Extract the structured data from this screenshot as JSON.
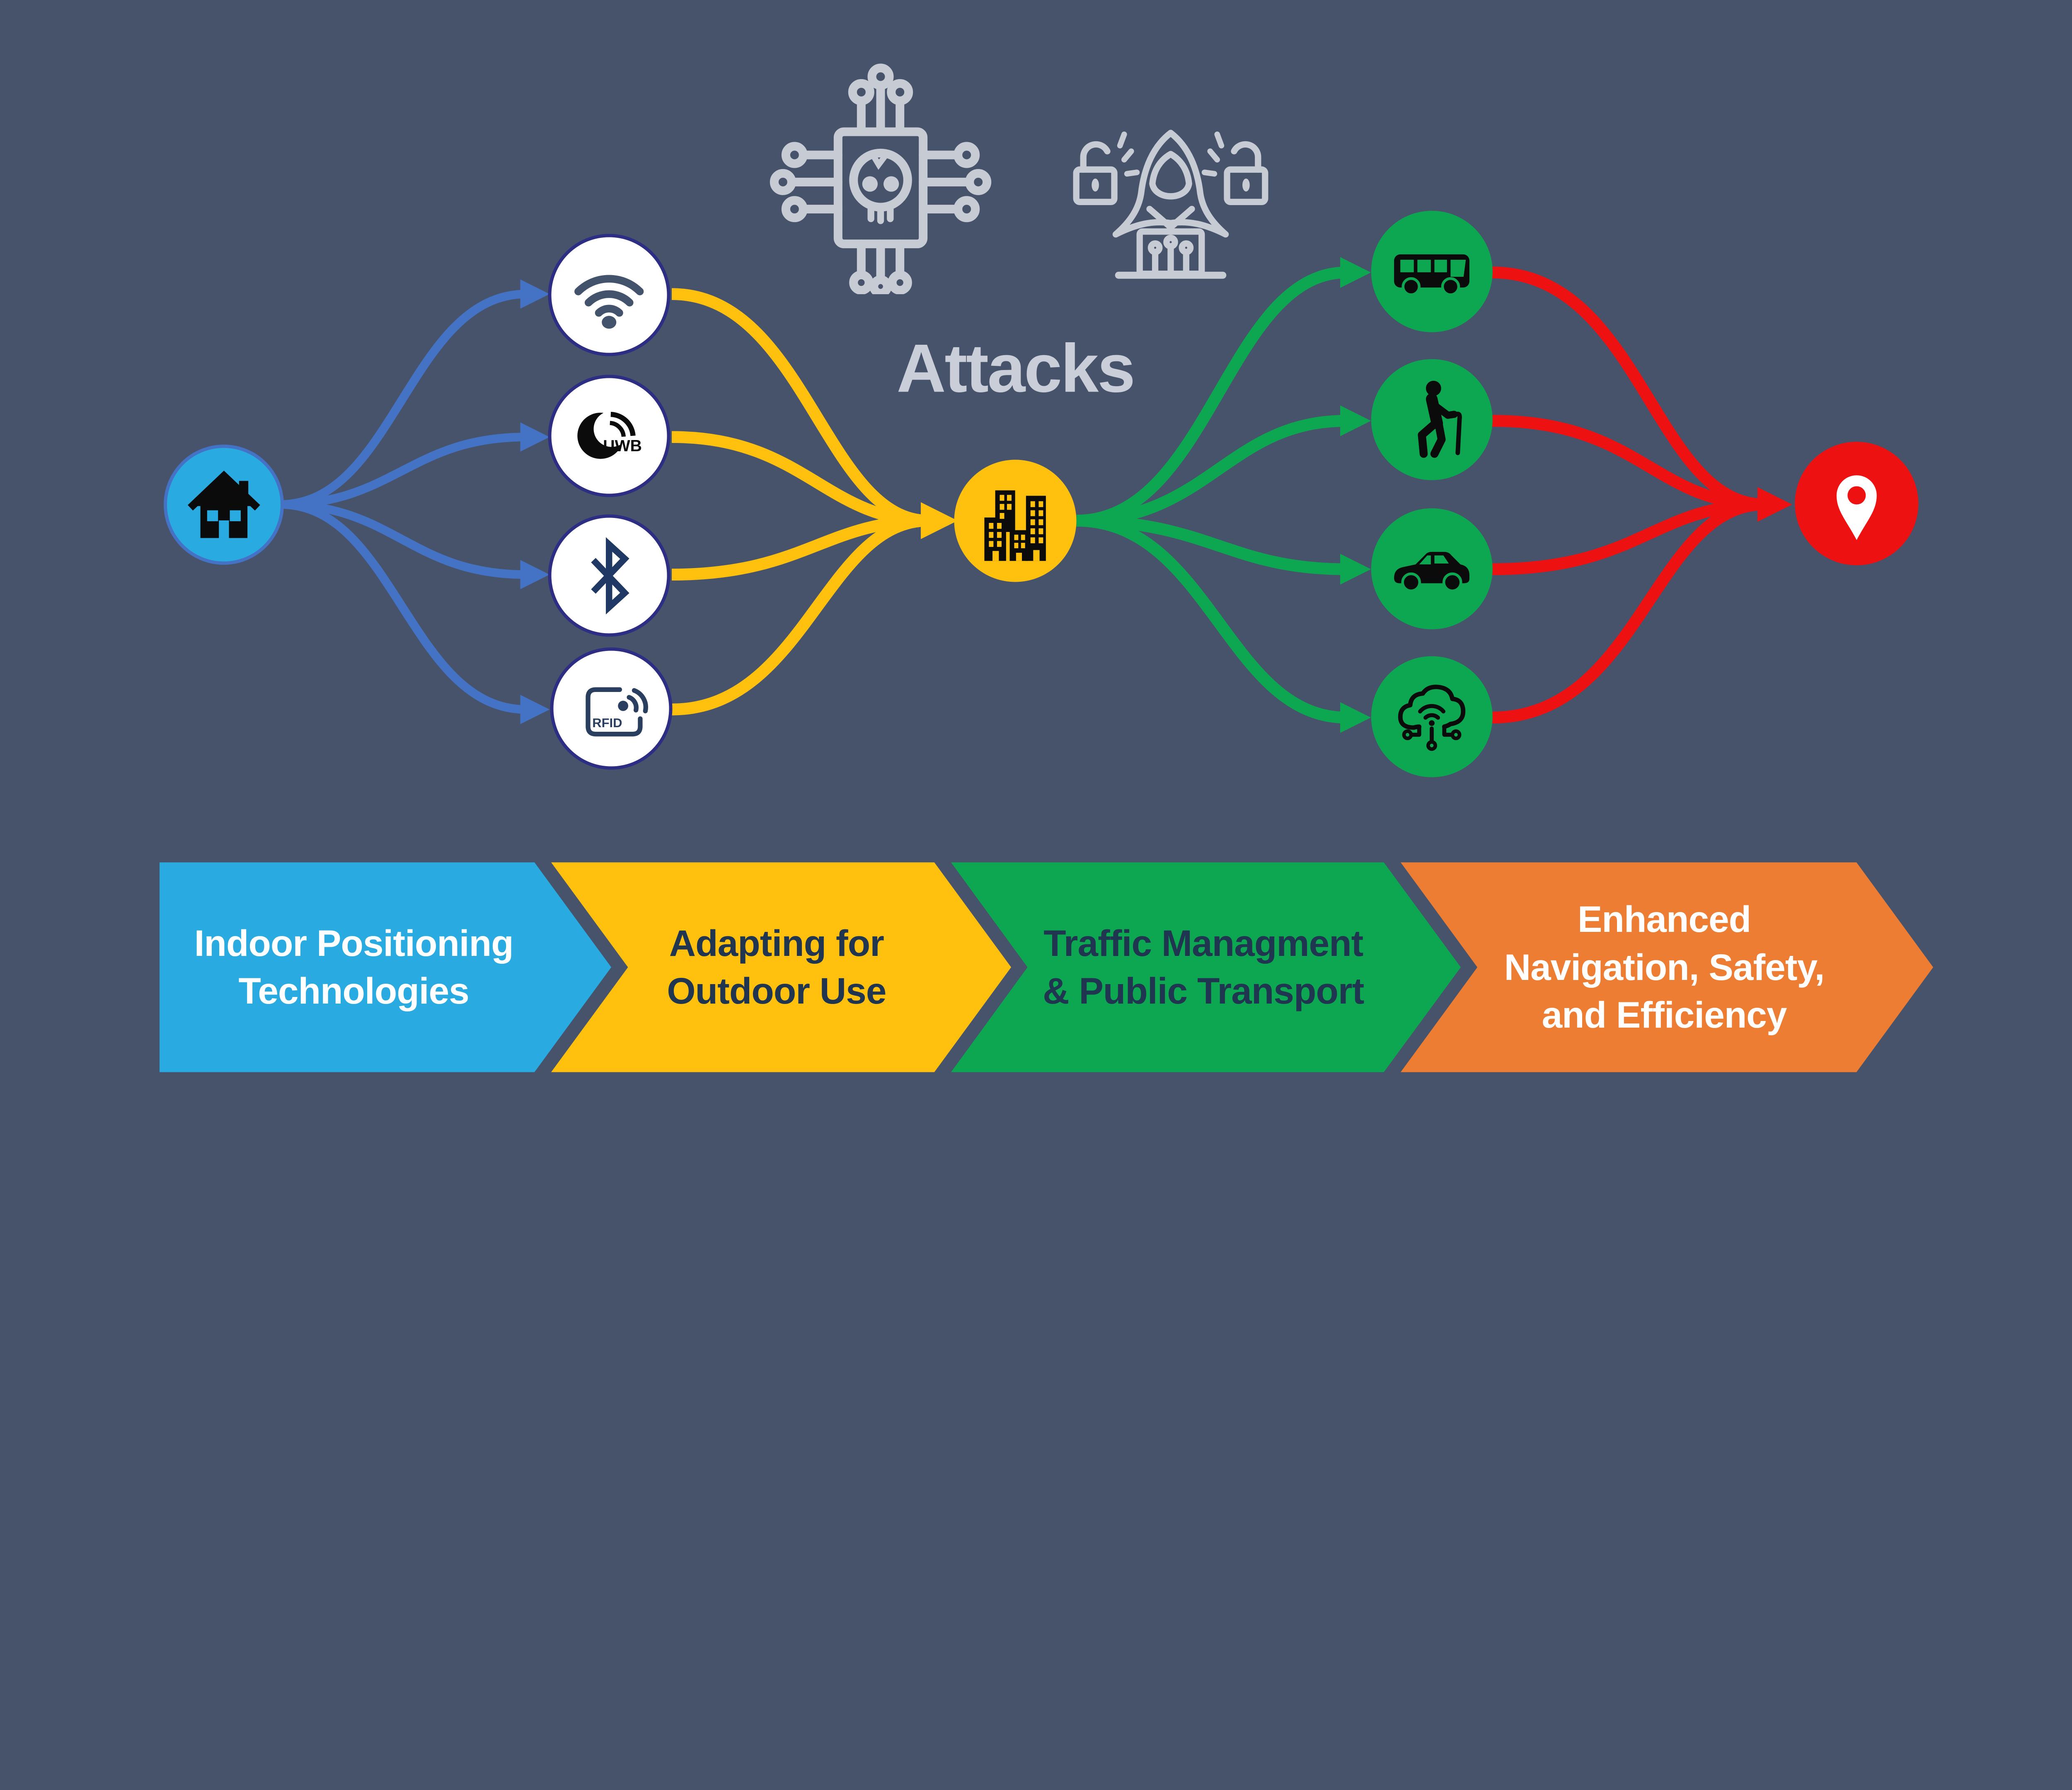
{
  "colors": {
    "background": "#46536B",
    "blue_node": "#29ABE2",
    "blue_node_border": "#4472C4",
    "blue_arrow": "#4472C4",
    "white_node": "#FFFFFF",
    "white_node_border": "#2D2E83",
    "yellow": "#FFC10E",
    "green": "#0CA750",
    "red": "#EE1111",
    "orange": "#EC7D33",
    "navy_text": "#1F3550",
    "gray_icon": "#C7CBD3",
    "attacks_text": "#C9CED8",
    "icon_black": "#0B0B0B",
    "wifi_icon_color": "#44536C",
    "bluetooth_icon_color": "#1F3864",
    "rfid_icon_color": "#2A3F5F"
  },
  "attacks": {
    "label": "Attacks",
    "icons": [
      "chip-skull-icon",
      "hacker-icon"
    ]
  },
  "nodes": {
    "source": {
      "id": "indoor-home",
      "icon": "house-icon"
    },
    "technologies": [
      {
        "id": "wifi",
        "icon": "wifi-icon"
      },
      {
        "id": "uwb",
        "icon": "uwb-icon",
        "label": "UWB"
      },
      {
        "id": "bluetooth",
        "icon": "bluetooth-icon"
      },
      {
        "id": "rfid",
        "icon": "rfid-icon",
        "label": "RFID"
      }
    ],
    "hub": {
      "id": "city",
      "icon": "city-buildings-icon"
    },
    "applications": [
      {
        "id": "bus",
        "icon": "bus-icon"
      },
      {
        "id": "pedestrian",
        "icon": "elderly-person-icon"
      },
      {
        "id": "car",
        "icon": "car-icon"
      },
      {
        "id": "iot",
        "icon": "iot-cloud-icon"
      }
    ],
    "destination": {
      "id": "location",
      "icon": "location-pin-icon"
    }
  },
  "banner": {
    "segments": [
      {
        "label": "Indoor Positioning\nTechnologies",
        "color": "#29ABE2",
        "text_color": "#FFFFFF"
      },
      {
        "label": "Adapting for\nOutdoor Use",
        "color": "#FFC10E",
        "text_color": "#1F3550"
      },
      {
        "label": "Traffic Managment\n& Public Transport",
        "color": "#0CA750",
        "text_color": "#1F3550"
      },
      {
        "label": "Enhanced\nNavigation, Safety,\nand Efficiency",
        "color": "#EC7D33",
        "text_color": "#FFFFFF"
      }
    ]
  }
}
